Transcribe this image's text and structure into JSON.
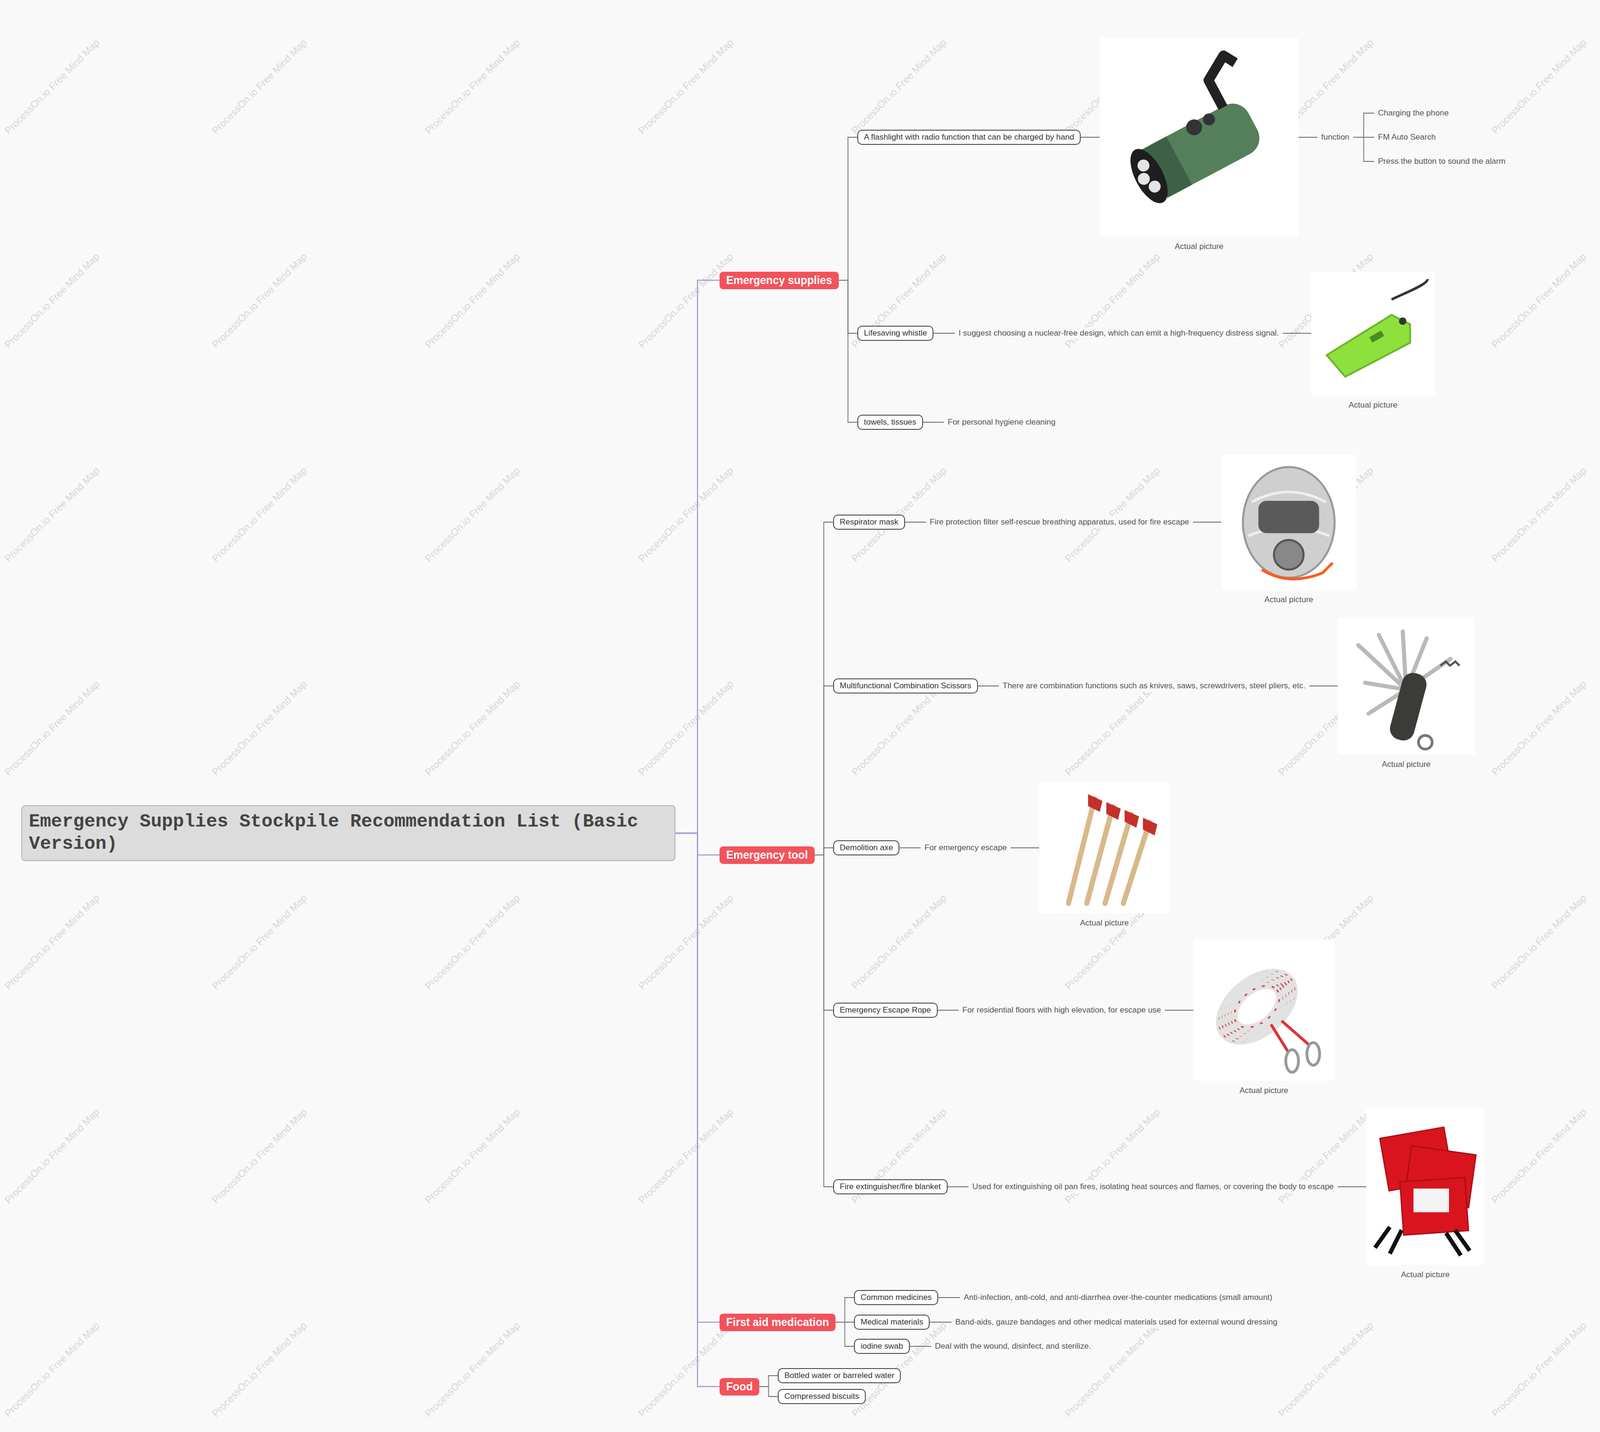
{
  "diagram": {
    "nodes": [
      {
        "text": [
          "Emergency Supplies Stockpile Recommendation List (Basic Version)"
        ]
      },
      {
        "text": [
          "Emergency supplies"
        ]
      },
      {
        "text": [
          "A flashlight with radio function that can be charged by hand"
        ]
      },
      {
        "text": [
          "Actual picture"
        ]
      },
      {
        "text": [
          "function"
        ]
      },
      {
        "text": [
          "Charging the phone"
        ]
      },
      {
        "text": [
          "FM Auto Search"
        ]
      },
      {
        "text": [
          "Press the button to sound the alarm"
        ]
      },
      {
        "text": [
          "Lifesaving whistle"
        ]
      },
      {
        "text": [
          "I suggest choosing a nuclear-free design, which can emit a high-frequency distress signal."
        ]
      },
      {
        "text": [
          "Actual picture"
        ]
      },
      {
        "text": [
          "towels, tissues"
        ]
      },
      {
        "text": [
          "For personal hygiene cleaning"
        ]
      },
      {
        "text": [
          "Emergency tool"
        ]
      },
      {
        "text": [
          "Respirator mask"
        ]
      },
      {
        "text": [
          "Fire protection filter self-rescue breathing apparatus, used for fire escape"
        ]
      },
      {
        "text": [
          "Actual picture"
        ]
      },
      {
        "text": [
          "Multifunctional Combination Scissors"
        ]
      },
      {
        "text": [
          "There are combination functions such as knives, saws, screwdrivers, steel pliers, etc."
        ]
      },
      {
        "text": [
          "Actual picture"
        ]
      },
      {
        "text": [
          "Demolition axe"
        ]
      },
      {
        "text": [
          "For emergency escape"
        ]
      },
      {
        "text": [
          "Actual picture"
        ]
      },
      {
        "text": [
          "Emergency Escape Rope"
        ]
      },
      {
        "text": [
          "For residential floors with high elevation, for escape use"
        ]
      },
      {
        "text": [
          "Actual picture"
        ]
      },
      {
        "text": [
          "Fire extinguisher/fire blanket"
        ]
      },
      {
        "text": [
          "Used for extinguishing oil pan fires, isolating heat sources and flames, or covering the body to escape"
        ]
      },
      {
        "text": [
          "Actual picture"
        ]
      },
      {
        "text": [
          "First aid medication"
        ]
      },
      {
        "text": [
          "Common medicines"
        ]
      },
      {
        "text": [
          "Anti-infection, anti-cold, and anti-diarrhea over-the-counter medications (small amount)"
        ]
      },
      {
        "text": [
          "Medical materials"
        ]
      },
      {
        "text": [
          "Band-aids, gauze bandages and other medical materials used for external wound dressing"
        ]
      },
      {
        "text": [
          "iodine swab"
        ]
      },
      {
        "text": [
          "Deal with the wound, disinfect, and sterilize."
        ]
      },
      {
        "text": [
          "Food"
        ]
      },
      {
        "text": [
          "Bottled water or barreled water"
        ]
      },
      {
        "text": [
          "Compressed biscuits"
        ]
      }
    ],
    "edges": [
      {
        "from": 0,
        "to": 1,
        "arrow": "none"
      },
      {
        "from": 0,
        "to": 13,
        "arrow": "none"
      },
      {
        "from": 0,
        "to": 29,
        "arrow": "none"
      },
      {
        "from": 0,
        "to": 36,
        "arrow": "none"
      },
      {
        "from": 1,
        "to": 2,
        "arrow": "none"
      },
      {
        "from": 2,
        "to": 3,
        "arrow": "none"
      },
      {
        "from": 3,
        "to": 4,
        "arrow": "none"
      },
      {
        "from": 4,
        "to": 5,
        "arrow": "none"
      },
      {
        "from": 4,
        "to": 6,
        "arrow": "none"
      },
      {
        "from": 4,
        "to": 7,
        "arrow": "none"
      },
      {
        "from": 1,
        "to": 8,
        "arrow": "none"
      },
      {
        "from": 8,
        "to": 9,
        "arrow": "none"
      },
      {
        "from": 9,
        "to": 10,
        "arrow": "none"
      },
      {
        "from": 1,
        "to": 11,
        "arrow": "none"
      },
      {
        "from": 11,
        "to": 12,
        "arrow": "none"
      },
      {
        "from": 13,
        "to": 14,
        "arrow": "none"
      },
      {
        "from": 14,
        "to": 15,
        "arrow": "none"
      },
      {
        "from": 15,
        "to": 16,
        "arrow": "none"
      },
      {
        "from": 13,
        "to": 17,
        "arrow": "none"
      },
      {
        "from": 17,
        "to": 18,
        "arrow": "none"
      },
      {
        "from": 18,
        "to": 19,
        "arrow": "none"
      },
      {
        "from": 13,
        "to": 20,
        "arrow": "none"
      },
      {
        "from": 20,
        "to": 21,
        "arrow": "none"
      },
      {
        "from": 21,
        "to": 22,
        "arrow": "none"
      },
      {
        "from": 13,
        "to": 23,
        "arrow": "none"
      },
      {
        "from": 23,
        "to": 24,
        "arrow": "none"
      },
      {
        "from": 24,
        "to": 25,
        "arrow": "none"
      },
      {
        "from": 13,
        "to": 26,
        "arrow": "none"
      },
      {
        "from": 26,
        "to": 27,
        "arrow": "none"
      },
      {
        "from": 27,
        "to": 28,
        "arrow": "none"
      },
      {
        "from": 29,
        "to": 30,
        "arrow": "none"
      },
      {
        "from": 30,
        "to": 31,
        "arrow": "none"
      },
      {
        "from": 29,
        "to": 32,
        "arrow": "none"
      },
      {
        "from": 32,
        "to": 33,
        "arrow": "none"
      },
      {
        "from": 29,
        "to": 34,
        "arrow": "none"
      },
      {
        "from": 34,
        "to": 35,
        "arrow": "none"
      },
      {
        "from": 36,
        "to": 37,
        "arrow": "none"
      },
      {
        "from": 36,
        "to": 38,
        "arrow": "none"
      }
    ],
    "labels": [
      "ProcessOn.io Free Mind Map",
      "ProcessOn.io Free Mind Map",
      "ProcessOn.io Free Mind Map",
      "ProcessOn.io Free Mind Map",
      "ProcessOn.io Free Mind Map",
      "ProcessOn.io Free Mind Map",
      "ProcessOn.io Free Mind Map",
      "ProcessOn.io Free Mind Map",
      "ProcessOn.io Free Mind Map",
      "ProcessOn.io Free Mind Map",
      "ProcessOn.io Free Mind Map",
      "ProcessOn.io Free Mind Map",
      "ProcessOn.io Free Mind Map",
      "ProcessOn.io Free Mind Map",
      "ProcessOn.io Free Mind Map",
      "ProcessOn.io Free Mind Map",
      "ProcessOn.io Free Mind Map",
      "ProcessOn.io Free Mind Map",
      "ProcessOn.io Free Mind Map",
      "ProcessOn.io Free Mind Map",
      "ProcessOn.io Free Mind Map",
      "ProcessOn.io Free Mind Map",
      "ProcessOn.io Free Mind Map",
      "ProcessOn.io Free Mind Map",
      "ProcessOn.io Free Mind Map",
      "ProcessOn.io Free Mind Map",
      "ProcessOn.io Free Mind Map",
      "ProcessOn.io Free Mind Map",
      "ProcessOn.io Free Mind Map",
      "ProcessOn.io Free Mind Map",
      "ProcessOn.io Free Mind Map",
      "ProcessOn.io Free Mind Map",
      "ProcessOn.io Free Mind Map",
      "ProcessOn.io Free Mind Map",
      "ProcessOn.io Free Mind Map",
      "ProcessOn.io Free Mind Map",
      "ProcessOn.io Free Mind Map",
      "ProcessOn.io Free Mind Map",
      "ProcessOn.io Free Mind Map",
      "ProcessOn.io Free Mind Map",
      "ProcessOn.io Free Mind Map",
      "ProcessOn.io Free Mind Map",
      "ProcessOn.io Free Mind Map",
      "ProcessOn.io Free Mind Map",
      "ProcessOn.io Free Mind Map",
      "ProcessOn.io Free Mind Map",
      "ProcessOn.io Free Mind Map",
      "ProcessOn.io Free Mind Map",
      "ProcessOn.io Free Mind Map",
      "ProcessOn.io Free Mind Map",
      "ProcessOn.io Free Mind Map",
      "ProcessOn.io Free Mind Map",
      "ProcessOn.io Free Mind Map",
      "ProcessOn.io Free Mind Map",
      "ProcessOn.io Free Mind Map",
      "ProcessOn.io Free Mind Map"
    ]
  }
}
